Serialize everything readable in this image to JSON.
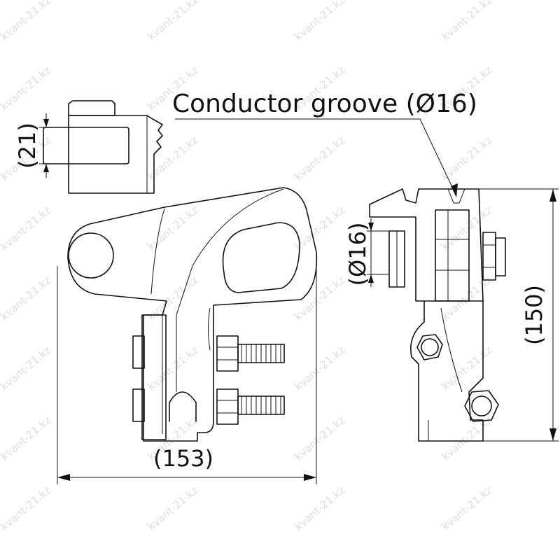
{
  "labels": {
    "conductor_groove": "Conductor groove (Ø16)",
    "dim_height_small": "(21)",
    "dim_groove_dia": "(Ø16)",
    "dim_height": "(150)",
    "dim_width": "(153)"
  },
  "watermark": "kvant-21.kz",
  "colors": {
    "line": "#111111",
    "watermark": "#9aa0a6",
    "background": "#ffffff"
  }
}
